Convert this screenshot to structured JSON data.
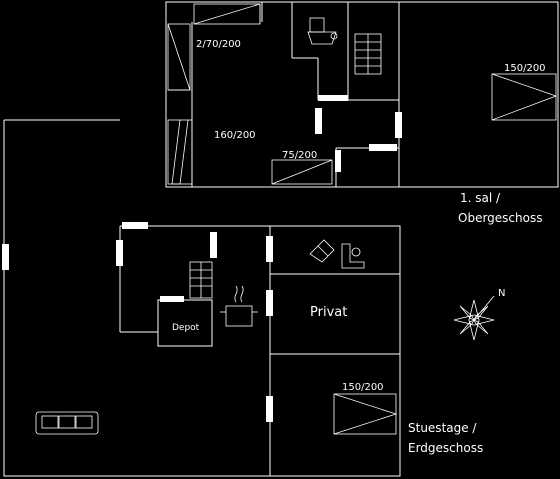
{
  "floor_labels": {
    "upper_line1": "1. sal /",
    "upper_line2": "Obergeschoss",
    "ground_line1": "Stuestage /",
    "ground_line2": "Erdgeschoss"
  },
  "rooms": {
    "depot": "Depot",
    "privat": "Privat"
  },
  "beds": {
    "upper_left": "2/70/200",
    "upper_mid": "160/200",
    "upper_small": "75/200",
    "upper_right": "150/200",
    "ground_right": "150/200"
  },
  "compass": {
    "north": "N"
  },
  "icons": [
    "toilet-icon",
    "staircase-icon",
    "sofa-icon",
    "bathtub-icon",
    "stove-icon",
    "compass-icon",
    "bed-icon"
  ],
  "colors": {
    "background": "#000000",
    "lines": "#ffffff"
  }
}
